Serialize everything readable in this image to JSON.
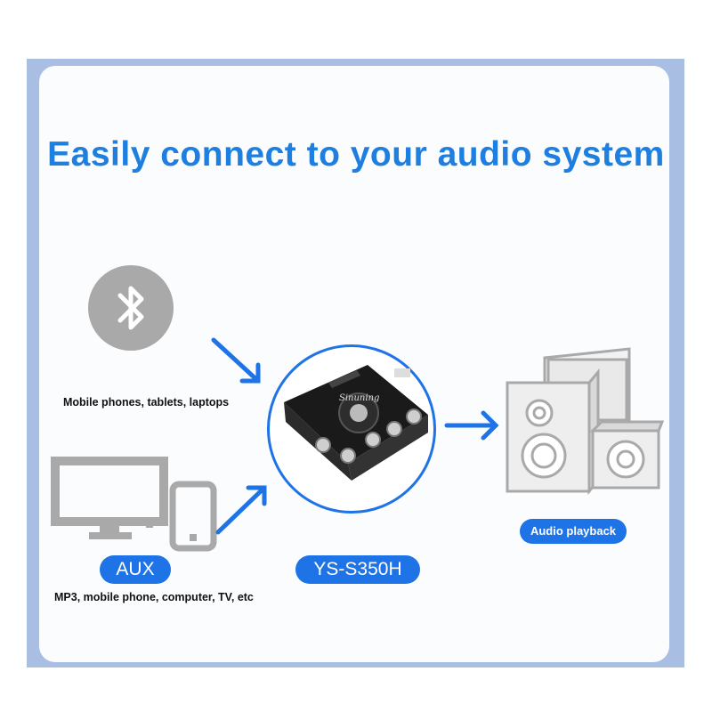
{
  "title": "Easily connect to your audio system",
  "sources": {
    "bluetooth_caption": "Mobile phones, tablets, laptops",
    "aux_label": "AUX",
    "aux_caption": "MP3, mobile phone, computer, TV, etc"
  },
  "device": {
    "model_label": "YS-S350H",
    "brand_text": "Sinuning"
  },
  "output": {
    "label": "Audio playback"
  },
  "colors": {
    "accent": "#1e74e6",
    "title": "#1e7fe0",
    "frame": "#a8bfe3",
    "icon_gray": "#a9a9a9"
  }
}
